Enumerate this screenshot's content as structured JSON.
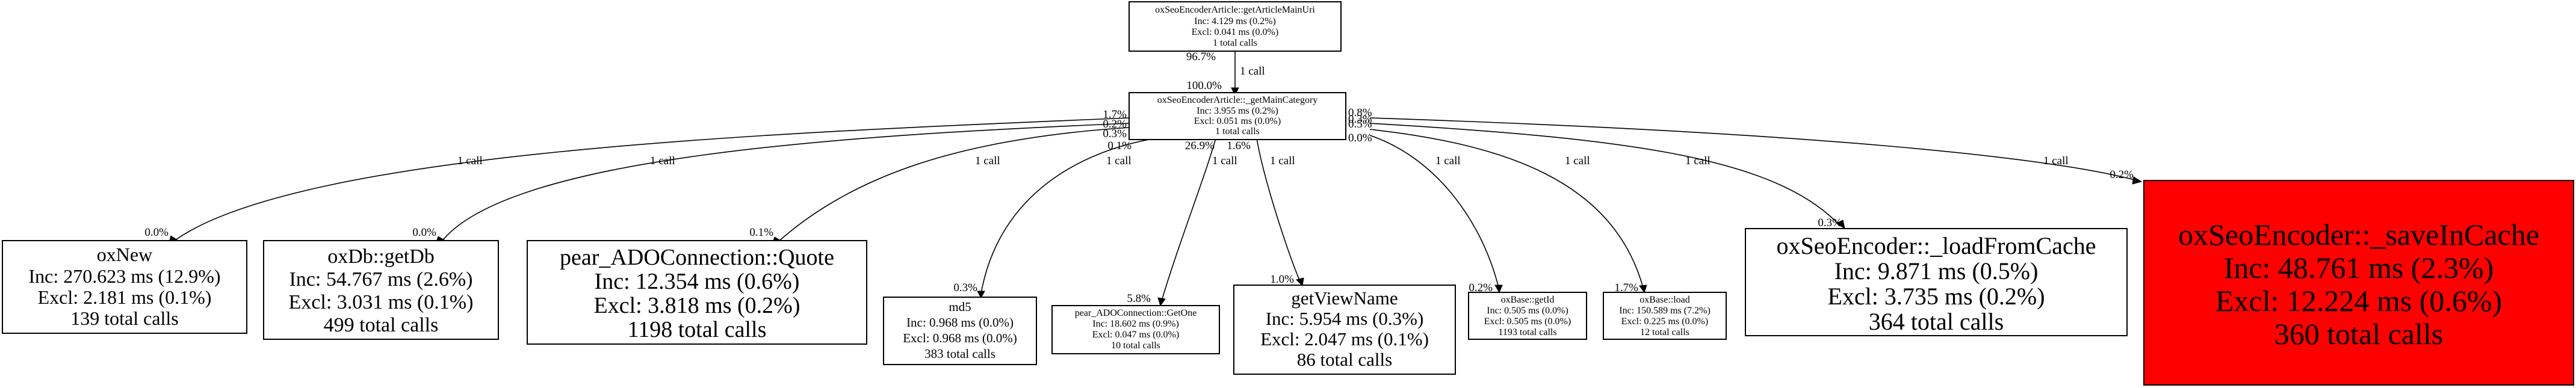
{
  "colors": {
    "background": "#ffffff",
    "hot_node": "#ff0000",
    "node_border": "#000000"
  },
  "nodes": {
    "root": {
      "title": "oxSeoEncoderArticle::getArticleMainUri",
      "inc": "Inc: 4.129 ms (0.2%)",
      "excl": "Excl: 0.041 ms (0.0%)",
      "calls": "1 total calls"
    },
    "main": {
      "title": "oxSeoEncoderArticle::_getMainCategory",
      "inc": "Inc: 3.955 ms (0.2%)",
      "excl": "Excl: 0.051 ms (0.0%)",
      "calls": "1 total calls"
    },
    "oxnew": {
      "title": "oxNew",
      "inc": "Inc: 270.623 ms (12.9%)",
      "excl": "Excl: 2.181 ms (0.1%)",
      "calls": "139 total calls"
    },
    "getdb": {
      "title": "oxDb::getDb",
      "inc": "Inc: 54.767 ms (2.6%)",
      "excl": "Excl: 3.031 ms (0.1%)",
      "calls": "499 total calls"
    },
    "quote": {
      "title": "pear_ADOConnection::Quote",
      "inc": "Inc: 12.354 ms (0.6%)",
      "excl": "Excl: 3.818 ms (0.2%)",
      "calls": "1198 total calls"
    },
    "md5": {
      "title": "md5",
      "inc": "Inc: 0.968 ms (0.0%)",
      "excl": "Excl: 0.968 ms (0.0%)",
      "calls": "383 total calls"
    },
    "getone": {
      "title": "pear_ADOConnection::GetOne",
      "inc": "Inc: 18.602 ms (0.9%)",
      "excl": "Excl: 0.047 ms (0.0%)",
      "calls": "10 total calls"
    },
    "viewname": {
      "title": "getViewName",
      "inc": "Inc: 5.954 ms (0.3%)",
      "excl": "Excl: 2.047 ms (0.1%)",
      "calls": "86 total calls"
    },
    "getid": {
      "title": "oxBase::getId",
      "inc": "Inc: 0.505 ms (0.0%)",
      "excl": "Excl: 0.505 ms (0.0%)",
      "calls": "1193 total calls"
    },
    "load": {
      "title": "oxBase::load",
      "inc": "Inc: 150.589 ms (7.2%)",
      "excl": "Excl: 0.225 ms (0.0%)",
      "calls": "12 total calls"
    },
    "loadcache": {
      "title": "oxSeoEncoder::_loadFromCache",
      "inc": "Inc: 9.871 ms (0.5%)",
      "excl": "Excl: 3.735 ms (0.2%)",
      "calls": "364 total calls"
    },
    "savecache": {
      "title": "oxSeoEncoder::_saveInCache",
      "inc": "Inc: 48.761 ms (2.3%)",
      "excl": "Excl: 12.224 ms (0.6%)",
      "calls": "360 total calls"
    }
  },
  "edges": {
    "root_main": {
      "label": "1 call",
      "src_pct": "96.7%",
      "dst_pct": "100.0%"
    },
    "oxnew": {
      "label": "1 call",
      "src_pct": "1.7%",
      "dst_pct": "0.0%"
    },
    "getdb": {
      "label": "1 call",
      "src_pct": "0.2%",
      "dst_pct": "0.0%"
    },
    "quote": {
      "label": "1 call",
      "src_pct": "0.3%",
      "dst_pct": "0.1%"
    },
    "md5": {
      "label": "1 call",
      "src_pct": "0.1%",
      "dst_pct": "0.3%"
    },
    "getone": {
      "label": "1 call",
      "src_pct": "26.9%",
      "dst_pct": "5.8%"
    },
    "viewname": {
      "label": "1 call",
      "src_pct": "1.6%",
      "dst_pct": "1.0%"
    },
    "getid": {
      "label": "1 call",
      "src_pct": "0.0%",
      "dst_pct": "0.2%"
    },
    "load": {
      "label": "1 call",
      "src_pct": "0.5%",
      "dst_pct": "1.7%"
    },
    "loadcache": {
      "label": "1 call",
      "src_pct": "0.3%",
      "dst_pct": "0.3%"
    },
    "savecache": {
      "label": "1 call",
      "src_pct": "0.8%",
      "dst_pct": "0.2%"
    }
  }
}
